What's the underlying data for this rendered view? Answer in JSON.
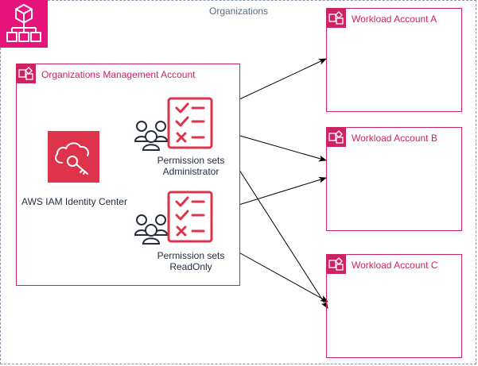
{
  "organization": {
    "label": "Organizations",
    "badge_icon": "organizations-icon"
  },
  "management_account": {
    "label": "Organizations Management Account",
    "identity_center": {
      "label": "AWS IAM Identity Center",
      "icon": "iam-identity-center-icon"
    },
    "permission_sets": [
      {
        "line1": "Permission sets",
        "line2": "Administrator"
      },
      {
        "line1": "Permission sets",
        "line2": "ReadOnly"
      }
    ]
  },
  "workload_accounts": [
    {
      "label": "Workload Account A"
    },
    {
      "label": "Workload Account B"
    },
    {
      "label": "Workload Account C"
    }
  ],
  "colors": {
    "organizations_badge": "#e7157b",
    "account_border": "#cd2264",
    "identity_center_fill": "#dd344c",
    "checklist_red": "#dd344c",
    "text_dark": "#232f3e"
  }
}
